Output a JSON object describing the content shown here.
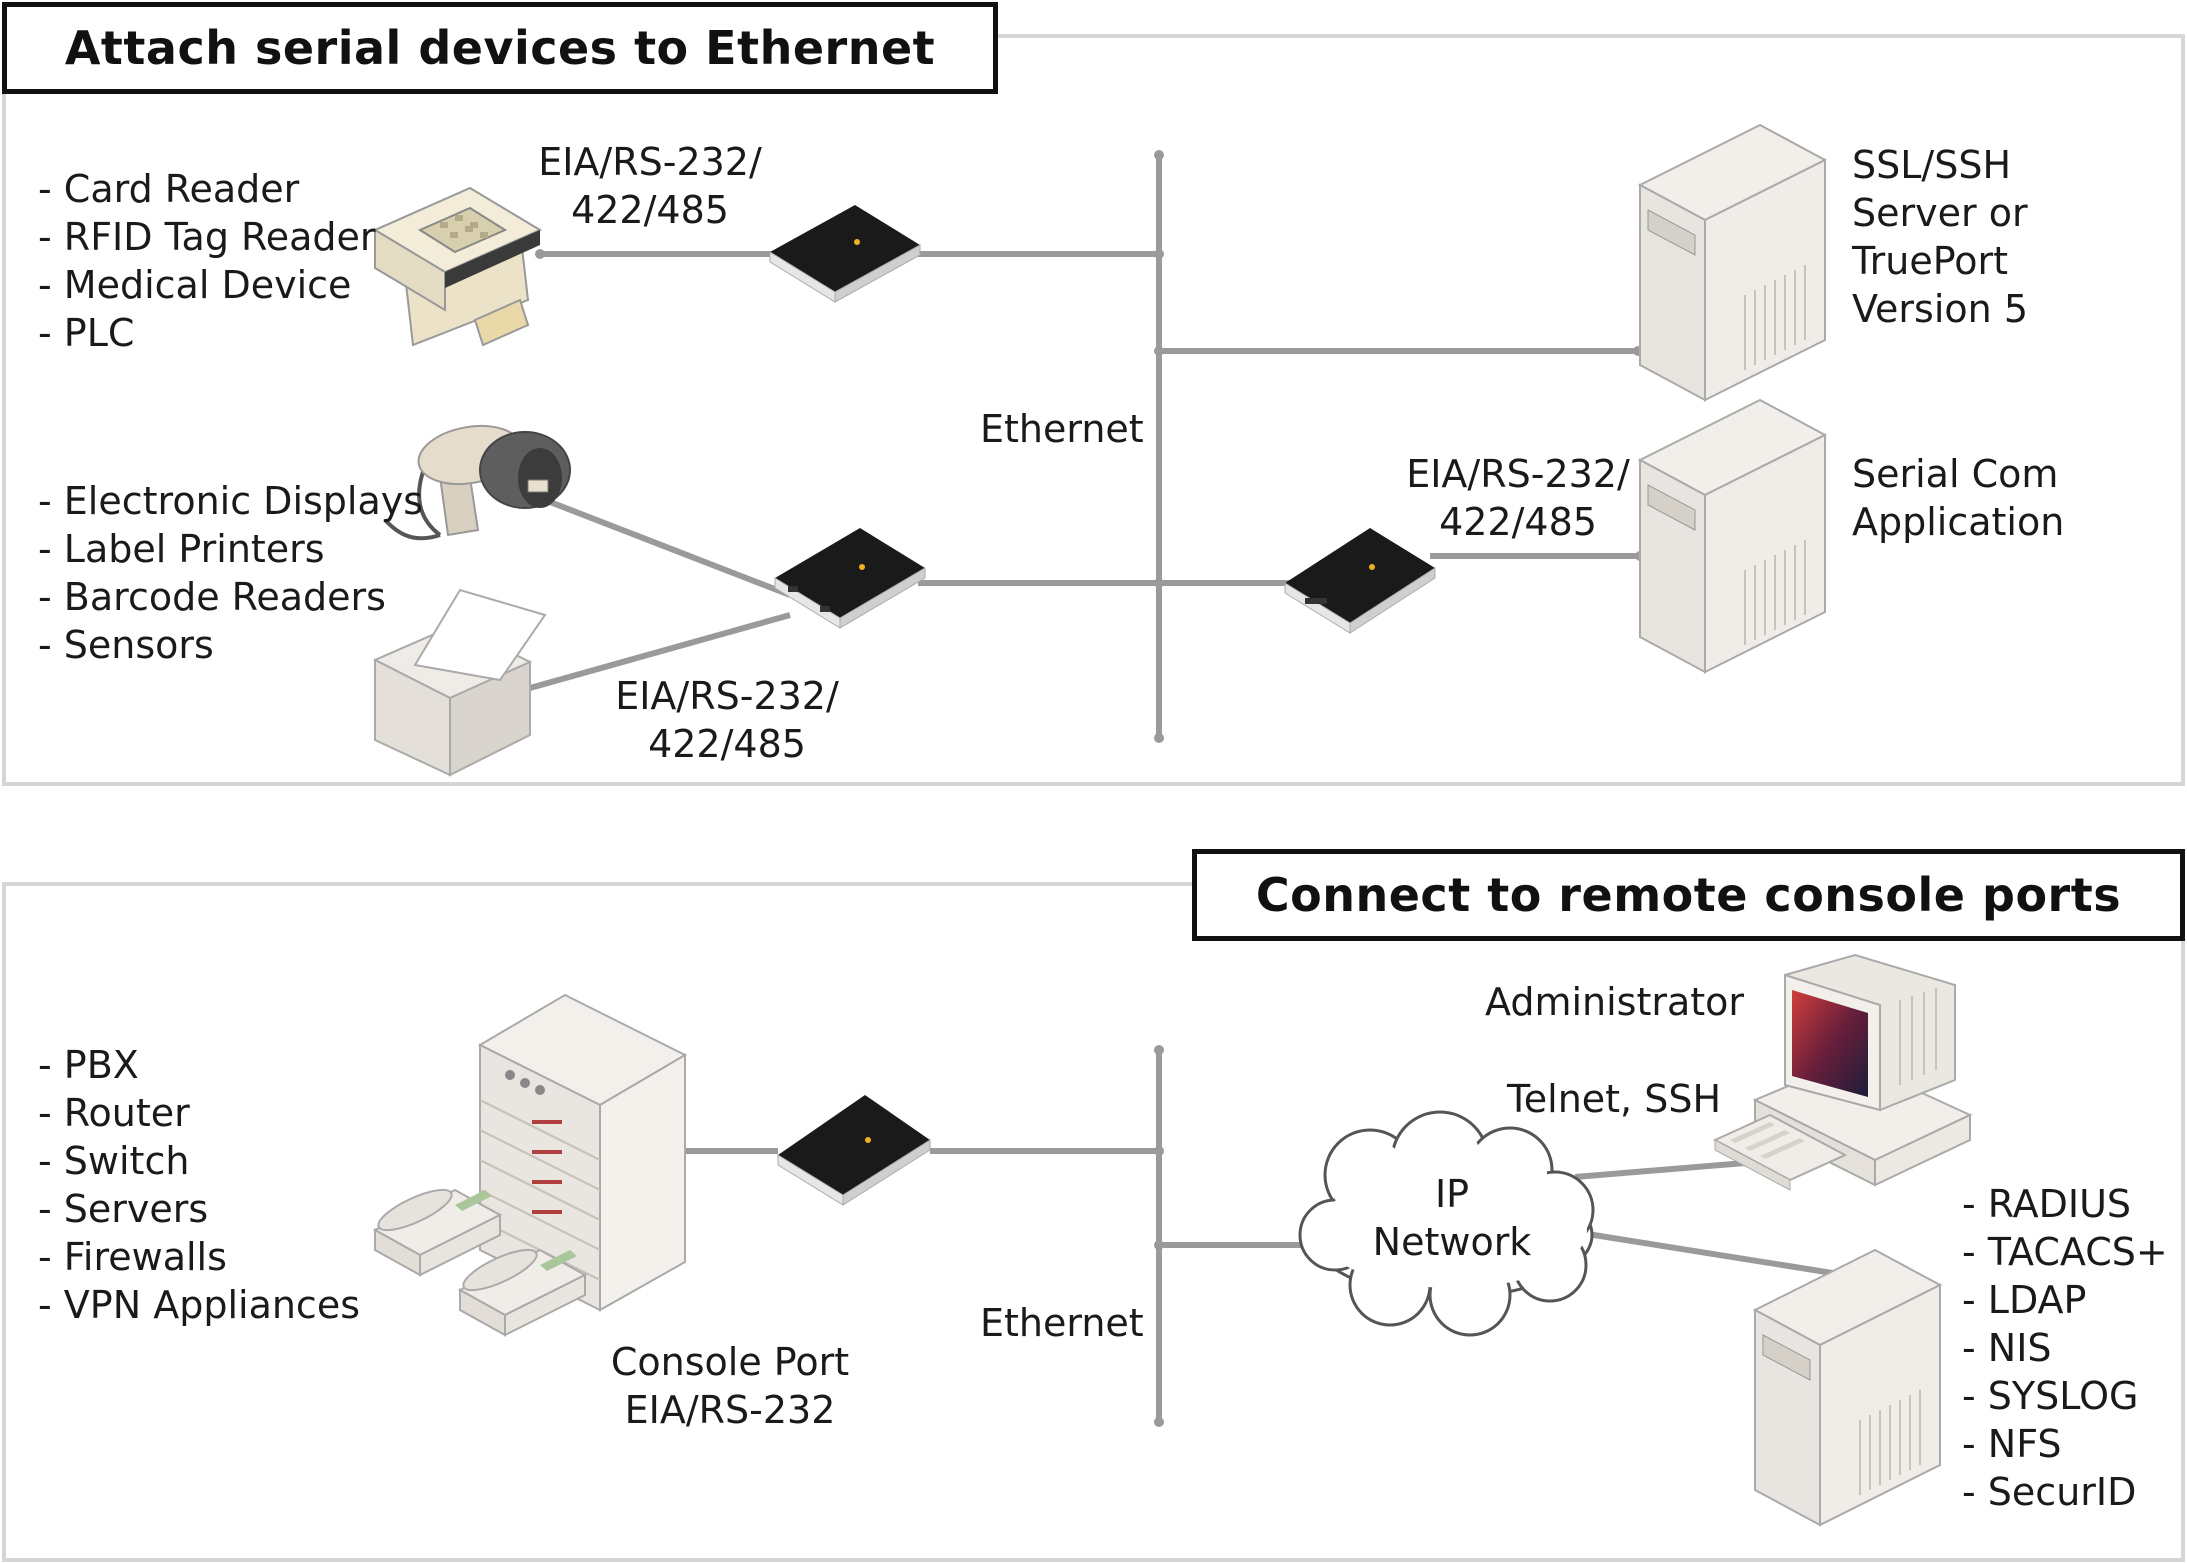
{
  "top": {
    "title": "Attach serial devices to Ethernet",
    "list_a": [
      "Card Reader",
      "RFID Tag Reader",
      "Medical Device",
      "PLC"
    ],
    "list_b": [
      "Electronic Displays",
      "Label Printers",
      "Barcode Readers",
      "Sensors"
    ],
    "serial_label_1": [
      "EIA/RS-232/",
      "422/485"
    ],
    "serial_label_2": [
      "EIA/RS-232/",
      "422/485"
    ],
    "serial_label_3": [
      "EIA/RS-232/",
      "422/485"
    ],
    "ethernet_label": "Ethernet",
    "server_label": [
      "SSL/SSH",
      "Server or",
      "TruePort",
      "Version 5"
    ],
    "app_label": [
      "Serial Com",
      "Application"
    ]
  },
  "bottom": {
    "title": "Connect to remote console ports",
    "list": [
      "PBX",
      "Router",
      "Switch",
      "Servers",
      "Firewalls",
      "VPN Appliances"
    ],
    "console_label": [
      "Console Port",
      "EIA/RS-232"
    ],
    "ethernet_label": "Ethernet",
    "network_label": [
      "IP",
      "Network"
    ],
    "admin_label": "Administrator",
    "protocol_label": "Telnet, SSH",
    "services_list": [
      "RADIUS",
      "TACACS+",
      "LDAP",
      "NIS",
      "SYSLOG",
      "NFS",
      "SecurID"
    ]
  }
}
